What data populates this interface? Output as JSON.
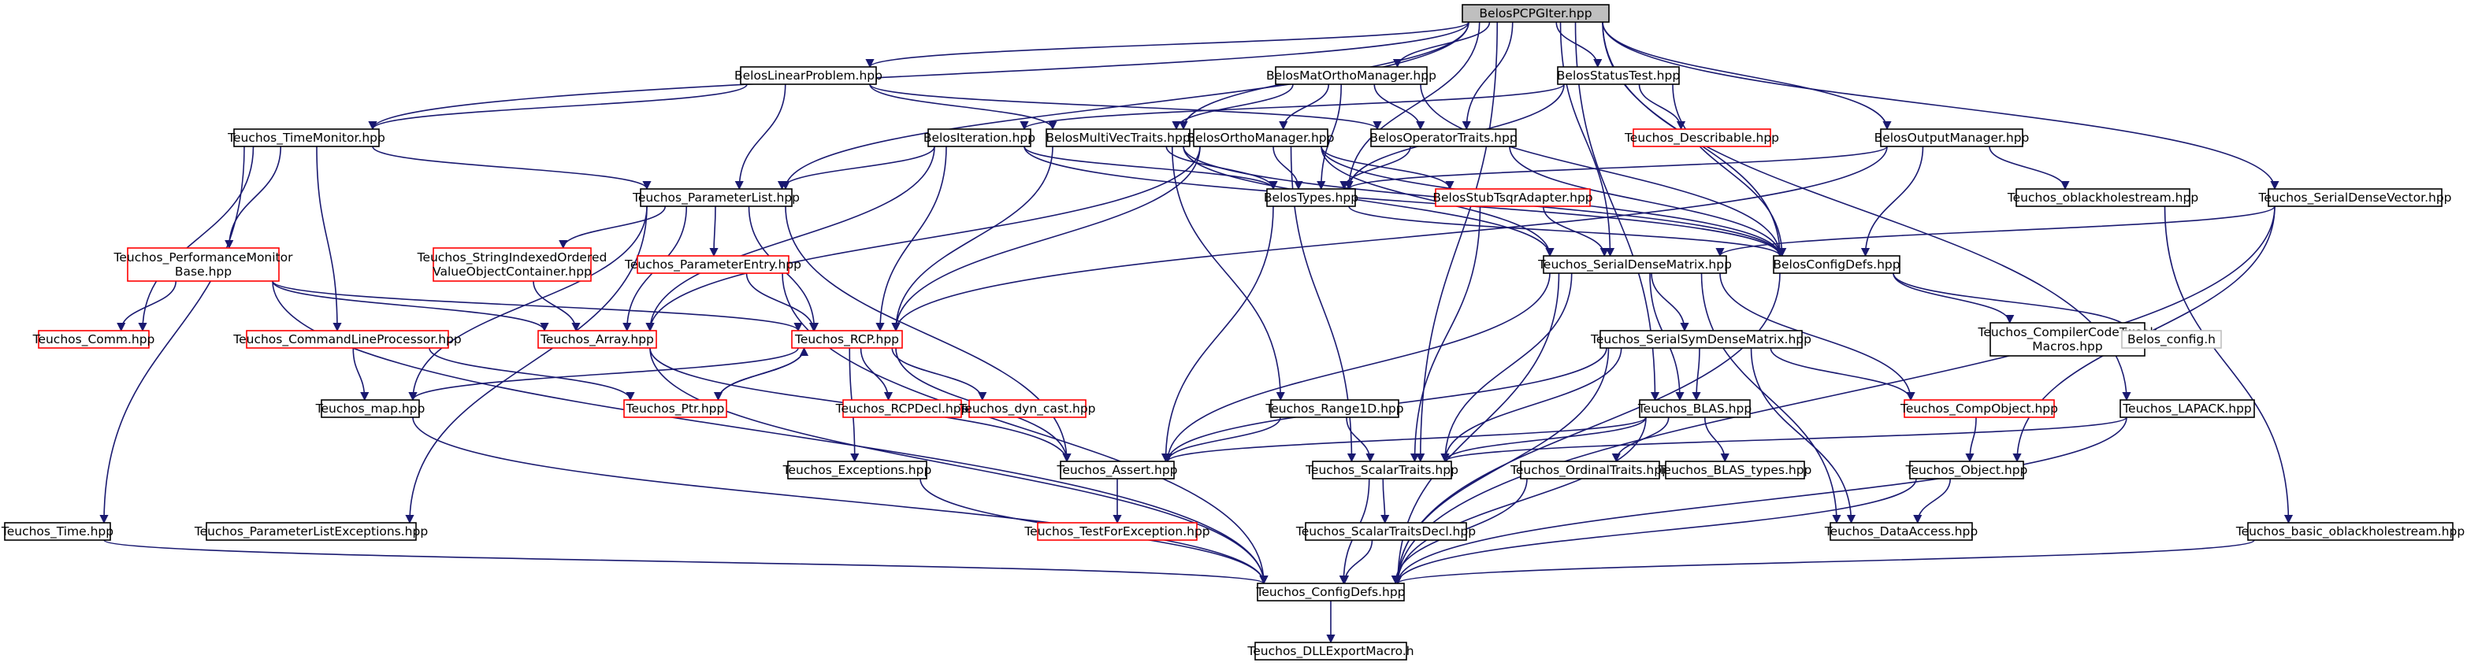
{
  "nodes": [
    {
      "id": "root",
      "label": "BelosPCPGIter.hpp",
      "style": "root"
    },
    {
      "id": "linprob",
      "label": "BelosLinearProblem.hpp",
      "style": "normal"
    },
    {
      "id": "matortho",
      "label": "BelosMatOrthoManager.hpp",
      "style": "normal"
    },
    {
      "id": "status",
      "label": "BelosStatusTest.hpp",
      "style": "normal"
    },
    {
      "id": "timemon",
      "label": "Teuchos_TimeMonitor.hpp",
      "style": "normal"
    },
    {
      "id": "describ",
      "label": "Teuchos_Describable.hpp",
      "style": "red"
    },
    {
      "id": "iteration",
      "label": "BelosIteration.hpp",
      "style": "normal"
    },
    {
      "id": "multivec",
      "label": "BelosMultiVecTraits.hpp",
      "style": "normal"
    },
    {
      "id": "orthomgr",
      "label": "BelosOrthoManager.hpp",
      "style": "normal"
    },
    {
      "id": "optraits",
      "label": "BelosOperatorTraits.hpp",
      "style": "normal"
    },
    {
      "id": "outmgr",
      "label": "BelosOutputManager.hpp",
      "style": "normal"
    },
    {
      "id": "paramlist",
      "label": "Teuchos_ParameterList.hpp",
      "style": "normal"
    },
    {
      "id": "belostypes",
      "label": "BelosTypes.hpp",
      "style": "normal"
    },
    {
      "id": "stubtsqr",
      "label": "BelosStubTsqrAdapter.hpp",
      "style": "red"
    },
    {
      "id": "oblack",
      "label": "Teuchos_oblackholestream.hpp",
      "style": "normal"
    },
    {
      "id": "serialvec",
      "label": "Teuchos_SerialDenseVector.hpp",
      "style": "normal"
    },
    {
      "id": "perfmon",
      "label": [
        "Teuchos_PerformanceMonitor",
        "Base.hpp"
      ],
      "style": "red"
    },
    {
      "id": "strindexed",
      "label": [
        "Teuchos_StringIndexedOrdered",
        "ValueObjectContainer.hpp"
      ],
      "style": "red"
    },
    {
      "id": "paramentry",
      "label": "Teuchos_ParameterEntry.hpp",
      "style": "red"
    },
    {
      "id": "serialmat",
      "label": "Teuchos_SerialDenseMatrix.hpp",
      "style": "normal"
    },
    {
      "id": "configdefsb",
      "label": "BelosConfigDefs.hpp",
      "style": "normal"
    },
    {
      "id": "comm",
      "label": "Teuchos_Comm.hpp",
      "style": "red"
    },
    {
      "id": "cmdline",
      "label": "Teuchos_CommandLineProcessor.hpp",
      "style": "red"
    },
    {
      "id": "array",
      "label": "Teuchos_Array.hpp",
      "style": "red"
    },
    {
      "id": "rcp",
      "label": "Teuchos_RCP.hpp",
      "style": "red"
    },
    {
      "id": "symmat",
      "label": "Teuchos_SerialSymDenseMatrix.hpp",
      "style": "normal"
    },
    {
      "id": "compiler",
      "label": [
        "Teuchos_CompilerCodeTweak",
        "Macros.hpp"
      ],
      "style": "normal"
    },
    {
      "id": "belosconfig",
      "label": "Belos_config.h",
      "style": "gray"
    },
    {
      "id": "mapf",
      "label": "Teuchos_map.hpp",
      "style": "normal"
    },
    {
      "id": "ptr",
      "label": "Teuchos_Ptr.hpp",
      "style": "red"
    },
    {
      "id": "rcpdecl",
      "label": "Teuchos_RCPDecl.hpp",
      "style": "red"
    },
    {
      "id": "dyncast",
      "label": "Teuchos_dyn_cast.hpp",
      "style": "red"
    },
    {
      "id": "range1d",
      "label": "Teuchos_Range1D.hpp",
      "style": "normal"
    },
    {
      "id": "blas",
      "label": "Teuchos_BLAS.hpp",
      "style": "normal"
    },
    {
      "id": "compobj",
      "label": "Teuchos_CompObject.hpp",
      "style": "red"
    },
    {
      "id": "lapack",
      "label": "Teuchos_LAPACK.hpp",
      "style": "normal"
    },
    {
      "id": "exceptions",
      "label": "Teuchos_Exceptions.hpp",
      "style": "normal"
    },
    {
      "id": "assert",
      "label": "Teuchos_Assert.hpp",
      "style": "normal"
    },
    {
      "id": "scalartraits",
      "label": "Teuchos_ScalarTraits.hpp",
      "style": "normal"
    },
    {
      "id": "ordinal",
      "label": "Teuchos_OrdinalTraits.hpp",
      "style": "normal"
    },
    {
      "id": "blastypes",
      "label": "Teuchos_BLAS_types.hpp",
      "style": "normal"
    },
    {
      "id": "object",
      "label": "Teuchos_Object.hpp",
      "style": "normal"
    },
    {
      "id": "timeh",
      "label": "Teuchos_Time.hpp",
      "style": "normal"
    },
    {
      "id": "plexc",
      "label": "Teuchos_ParameterListExceptions.hpp",
      "style": "normal"
    },
    {
      "id": "testexc",
      "label": "Teuchos_TestForException.hpp",
      "style": "red"
    },
    {
      "id": "sctdecl",
      "label": "Teuchos_ScalarTraitsDecl.hpp",
      "style": "normal"
    },
    {
      "id": "dataaccess",
      "label": "Teuchos_DataAccess.hpp",
      "style": "normal"
    },
    {
      "id": "basicoblack",
      "label": "Teuchos_basic_oblackholestream.hpp",
      "style": "normal"
    },
    {
      "id": "configdefst",
      "label": "Teuchos_ConfigDefs.hpp",
      "style": "normal"
    },
    {
      "id": "dllexport",
      "label": "Teuchos_DLLExportMacro.h",
      "style": "normal"
    }
  ],
  "edges": [
    [
      "root",
      "linprob"
    ],
    [
      "root",
      "matortho"
    ],
    [
      "root",
      "status"
    ],
    [
      "root",
      "timemon"
    ],
    [
      "root",
      "paramlist"
    ],
    [
      "root",
      "multivec"
    ],
    [
      "root",
      "optraits"
    ],
    [
      "root",
      "outmgr"
    ],
    [
      "root",
      "belostypes"
    ],
    [
      "root",
      "serialmat"
    ],
    [
      "root",
      "configdefsb"
    ],
    [
      "root",
      "serialvec"
    ],
    [
      "root",
      "blas"
    ],
    [
      "root",
      "lapack"
    ],
    [
      "root",
      "scalartraits"
    ],
    [
      "linprob",
      "timemon"
    ],
    [
      "linprob",
      "paramlist"
    ],
    [
      "linprob",
      "multivec"
    ],
    [
      "linprob",
      "optraits"
    ],
    [
      "matortho",
      "multivec"
    ],
    [
      "matortho",
      "orthomgr"
    ],
    [
      "matortho",
      "optraits"
    ],
    [
      "matortho",
      "belostypes"
    ],
    [
      "matortho",
      "configdefsb"
    ],
    [
      "status",
      "describ"
    ],
    [
      "status",
      "belostypes"
    ],
    [
      "status",
      "configdefsb"
    ],
    [
      "status",
      "iteration"
    ],
    [
      "timemon",
      "paramlist"
    ],
    [
      "timemon",
      "perfmon"
    ],
    [
      "timemon",
      "comm"
    ],
    [
      "timemon",
      "cmdline"
    ],
    [
      "timemon",
      "timeh"
    ],
    [
      "iteration",
      "paramlist"
    ],
    [
      "iteration",
      "belostypes"
    ],
    [
      "iteration",
      "rcp"
    ],
    [
      "iteration",
      "array"
    ],
    [
      "iteration",
      "configdefsb"
    ],
    [
      "multivec",
      "belostypes"
    ],
    [
      "multivec",
      "rcp"
    ],
    [
      "multivec",
      "range1d"
    ],
    [
      "multivec",
      "serialmat"
    ],
    [
      "multivec",
      "configdefsb"
    ],
    [
      "orthomgr",
      "belostypes"
    ],
    [
      "orthomgr",
      "stubtsqr"
    ],
    [
      "orthomgr",
      "serialmat"
    ],
    [
      "orthomgr",
      "rcp"
    ],
    [
      "orthomgr",
      "array"
    ],
    [
      "orthomgr",
      "configdefsb"
    ],
    [
      "orthomgr",
      "scalartraits"
    ],
    [
      "optraits",
      "belostypes"
    ],
    [
      "optraits",
      "configdefsb"
    ],
    [
      "outmgr",
      "belostypes"
    ],
    [
      "outmgr",
      "configdefsb"
    ],
    [
      "outmgr",
      "oblack"
    ],
    [
      "outmgr",
      "rcp"
    ],
    [
      "paramlist",
      "strindexed"
    ],
    [
      "paramlist",
      "paramentry"
    ],
    [
      "paramlist",
      "rcp"
    ],
    [
      "paramlist",
      "array"
    ],
    [
      "paramlist",
      "mapf"
    ],
    [
      "paramlist",
      "plexc"
    ],
    [
      "paramlist",
      "assert"
    ],
    [
      "belostypes",
      "configdefsb"
    ],
    [
      "belostypes",
      "assert"
    ],
    [
      "stubtsqr",
      "serialmat"
    ],
    [
      "stubtsqr",
      "scalartraits"
    ],
    [
      "oblack",
      "basicoblack"
    ],
    [
      "serialvec",
      "serialmat"
    ],
    [
      "serialvec",
      "object"
    ],
    [
      "serialvec",
      "configdefst"
    ],
    [
      "perfmon",
      "comm"
    ],
    [
      "perfmon",
      "array"
    ],
    [
      "perfmon",
      "rcp"
    ],
    [
      "perfmon",
      "configdefst"
    ],
    [
      "strindexed",
      "array"
    ],
    [
      "paramentry",
      "rcp"
    ],
    [
      "paramentry",
      "configdefst"
    ],
    [
      "serialmat",
      "symmat"
    ],
    [
      "serialmat",
      "blas"
    ],
    [
      "serialmat",
      "compobj"
    ],
    [
      "serialmat",
      "dataaccess"
    ],
    [
      "serialmat",
      "assert"
    ],
    [
      "serialmat",
      "scalartraits"
    ],
    [
      "serialmat",
      "configdefst"
    ],
    [
      "configdefsb",
      "compiler"
    ],
    [
      "configdefsb",
      "belosconfig"
    ],
    [
      "configdefsb",
      "configdefst"
    ],
    [
      "cmdline",
      "mapf"
    ],
    [
      "cmdline",
      "ptr"
    ],
    [
      "array",
      "assert"
    ],
    [
      "array",
      "configdefst"
    ],
    [
      "rcp",
      "ptr"
    ],
    [
      "rcp",
      "rcpdecl"
    ],
    [
      "rcp",
      "dyncast"
    ],
    [
      "rcp",
      "exceptions"
    ],
    [
      "rcp",
      "assert"
    ],
    [
      "rcp",
      "mapf"
    ],
    [
      "ptr",
      "rcp"
    ],
    [
      "symmat",
      "blas"
    ],
    [
      "symmat",
      "compobj"
    ],
    [
      "symmat",
      "dataaccess"
    ],
    [
      "symmat",
      "assert"
    ],
    [
      "symmat",
      "scalartraits"
    ],
    [
      "symmat",
      "configdefst"
    ],
    [
      "mapf",
      "configdefst"
    ],
    [
      "range1d",
      "assert"
    ],
    [
      "range1d",
      "scalartraits"
    ],
    [
      "blas",
      "assert"
    ],
    [
      "blas",
      "scalartraits"
    ],
    [
      "blas",
      "ordinal"
    ],
    [
      "blas",
      "blastypes"
    ],
    [
      "blas",
      "configdefst"
    ],
    [
      "compobj",
      "object"
    ],
    [
      "lapack",
      "scalartraits"
    ],
    [
      "lapack",
      "configdefst"
    ],
    [
      "exceptions",
      "configdefst"
    ],
    [
      "assert",
      "testexc"
    ],
    [
      "scalartraits",
      "sctdecl"
    ],
    [
      "scalartraits",
      "configdefst"
    ],
    [
      "ordinal",
      "configdefst"
    ],
    [
      "object",
      "dataaccess"
    ],
    [
      "object",
      "configdefst"
    ],
    [
      "timeh",
      "configdefst"
    ],
    [
      "sctdecl",
      "configdefst"
    ],
    [
      "basicoblack",
      "configdefst"
    ],
    [
      "configdefst",
      "dllexport"
    ]
  ]
}
